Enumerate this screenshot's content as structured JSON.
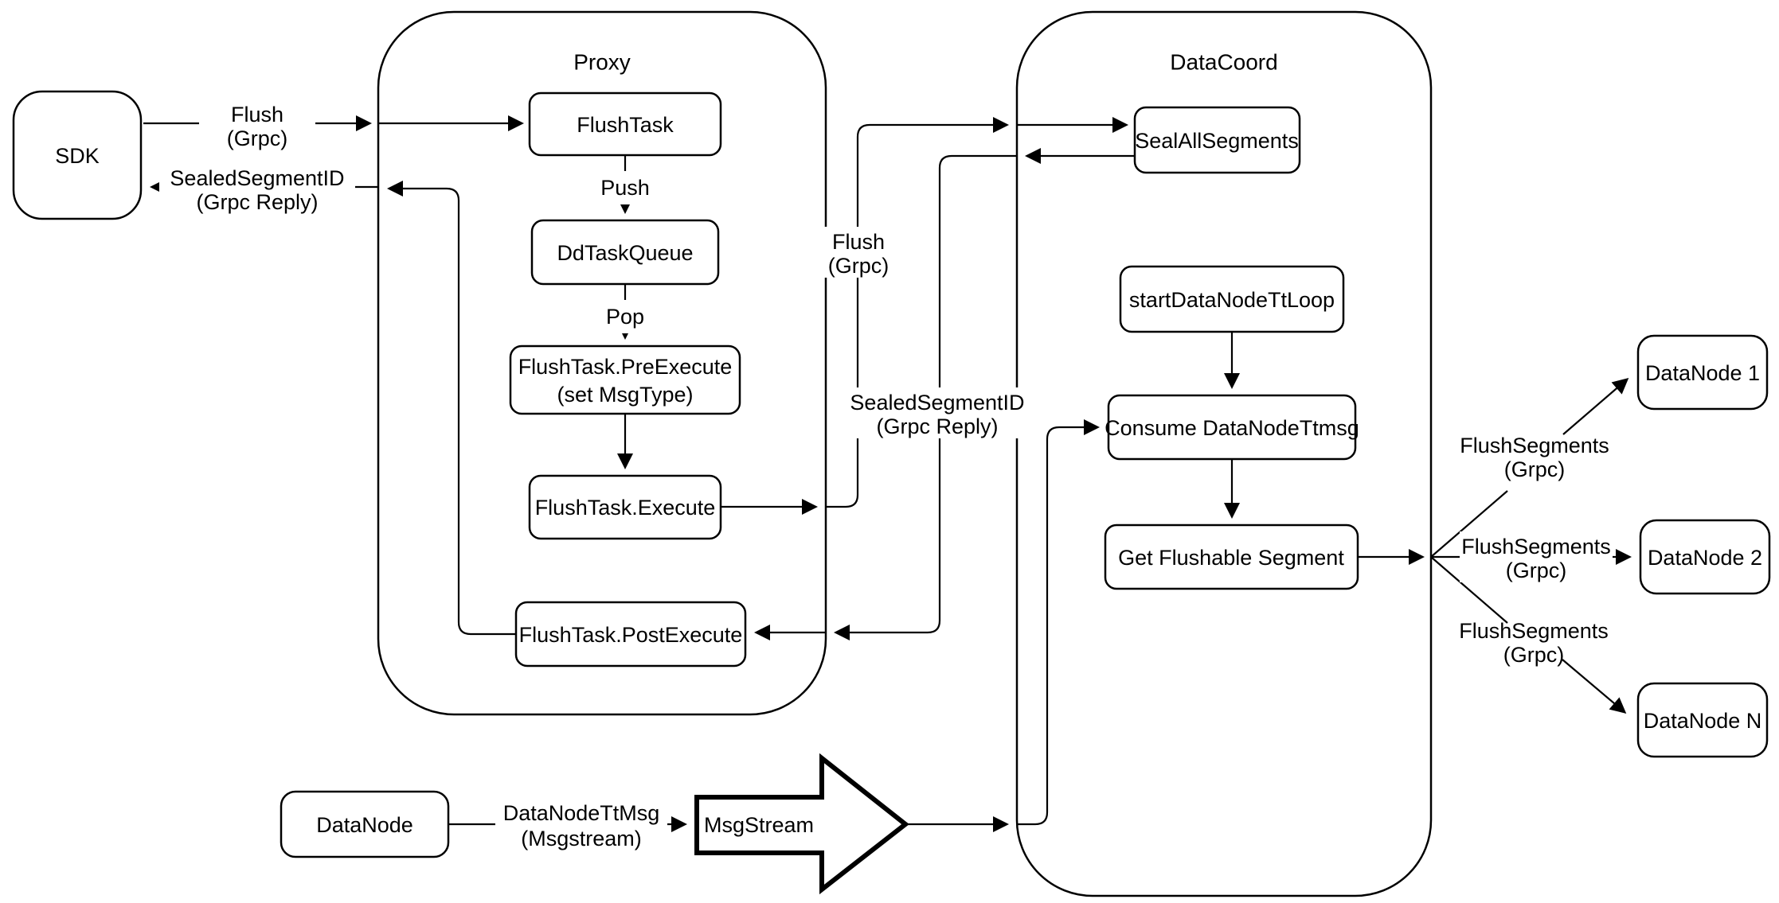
{
  "colors": {
    "background": "#ffffff",
    "stroke": "#000000",
    "text": "#000000"
  },
  "containers": {
    "proxy": {
      "label": "Proxy"
    },
    "datacoord": {
      "label": "DataCoord"
    }
  },
  "nodes": {
    "sdk": {
      "label": "SDK"
    },
    "flush_task": {
      "label": "FlushTask"
    },
    "dd_task_queue": {
      "label": "DdTaskQueue"
    },
    "pre_execute": {
      "label": "FlushTask.PreExecute",
      "label2": "(set MsgType)"
    },
    "execute": {
      "label": "FlushTask.Execute"
    },
    "post_execute": {
      "label": "FlushTask.PostExecute"
    },
    "seal_all_segments": {
      "label": "SealAllSegments"
    },
    "start_datanode_tt_loop": {
      "label": "startDataNodeTtLoop"
    },
    "consume_datanode_ttmsg": {
      "label": "Consume DataNodeTtmsg"
    },
    "get_flushable_segment": {
      "label": "Get Flushable Segment"
    },
    "datanode_1": {
      "label": "DataNode 1"
    },
    "datanode_2": {
      "label": "DataNode 2"
    },
    "datanode_n": {
      "label": "DataNode N"
    },
    "datanode": {
      "label": "DataNode"
    },
    "msgstream": {
      "label": "MsgStream"
    }
  },
  "edge_labels": {
    "flush_sdk": {
      "line1": "Flush",
      "line2": "(Grpc)"
    },
    "sealed_sdk": {
      "line1": "SealedSegmentID",
      "line2": "(Grpc Reply)"
    },
    "push": {
      "line1": "Push"
    },
    "pop": {
      "line1": "Pop"
    },
    "flush_mid": {
      "line1": "Flush",
      "line2": "(Grpc)"
    },
    "sealed_mid": {
      "line1": "SealedSegmentID",
      "line2": "(Grpc Reply)"
    },
    "flush_segments_1": {
      "line1": "FlushSegments",
      "line2": "(Grpc)"
    },
    "flush_segments_2": {
      "line1": "FlushSegments",
      "line2": "(Grpc)"
    },
    "flush_segments_3": {
      "line1": "FlushSegments",
      "line2": "(Grpc)"
    },
    "datanode_ttmsg": {
      "line1": "DataNodeTtMsg",
      "line2": "(Msgstream)"
    }
  }
}
